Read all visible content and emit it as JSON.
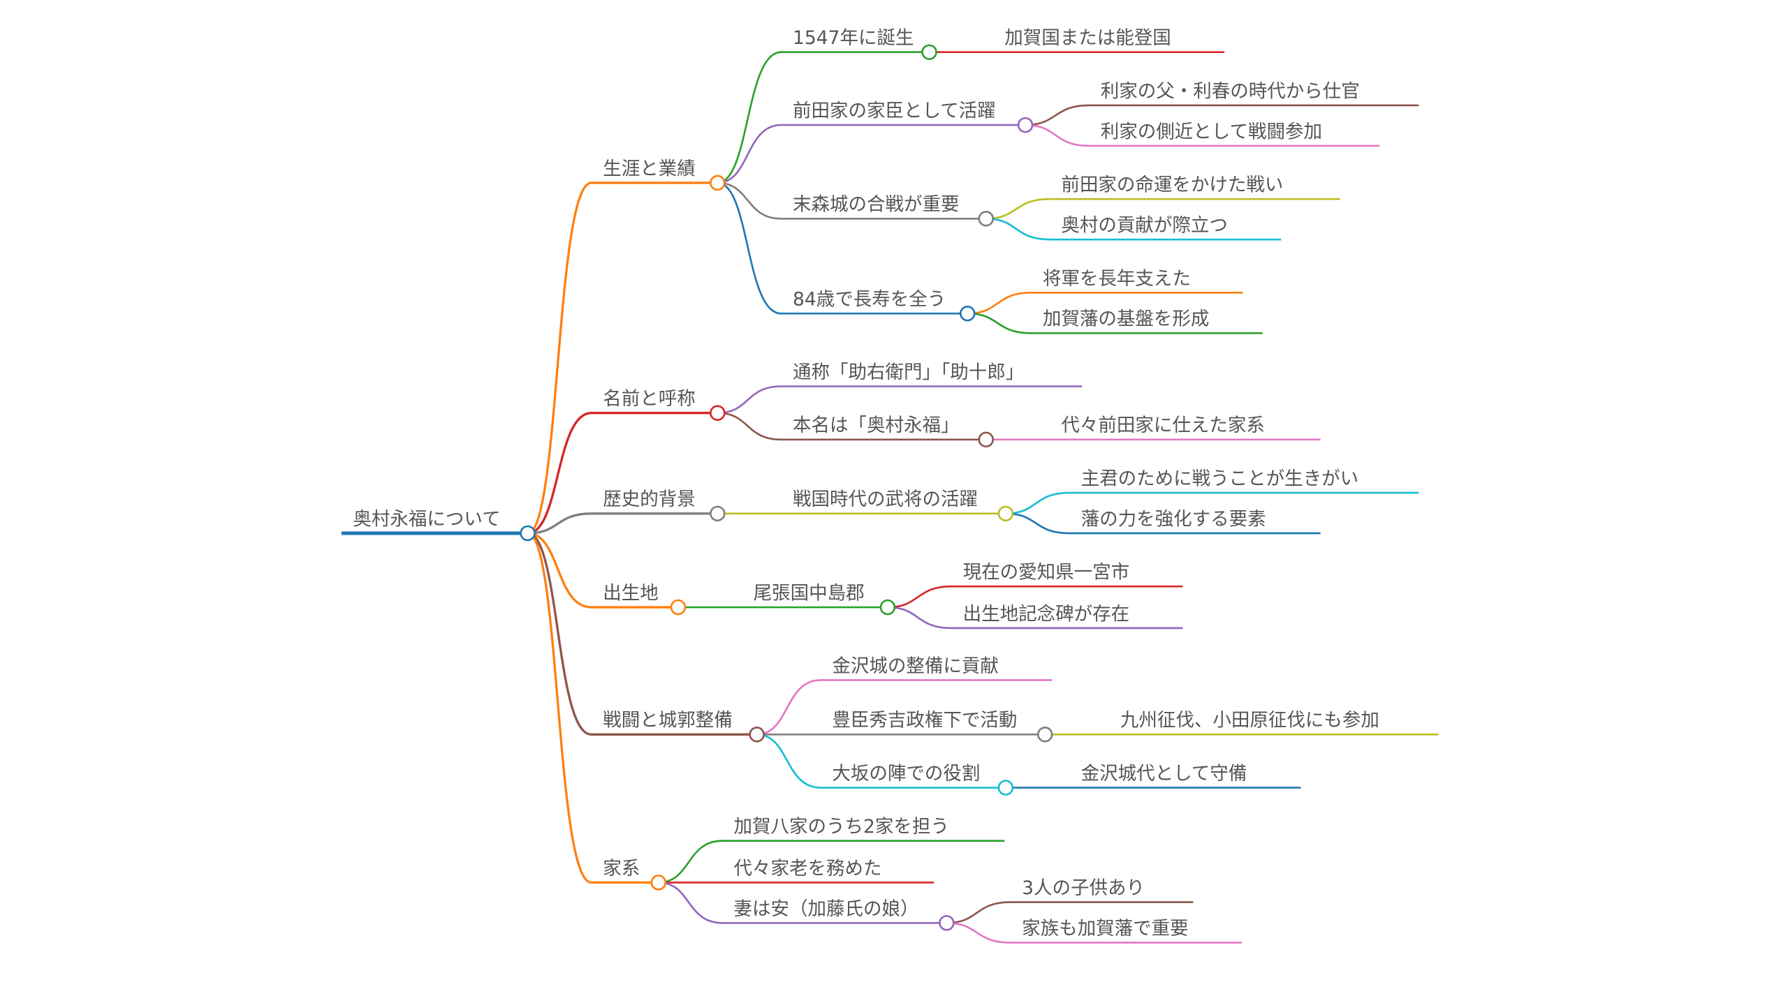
{
  "title": "奥村永福について",
  "colors": {
    "blue": "#1f77b4",
    "orange": "#ff7f0e",
    "green": "#2ca02c",
    "red": "#d62728",
    "purple": "#9467bd",
    "brown": "#8c564b",
    "pink": "#e377c2",
    "gray": "#7f7f7f",
    "olive": "#bcbd22",
    "cyan": "#17becf",
    "text": "#555555"
  },
  "tree": {
    "label": "奥村永福について",
    "color": "blue",
    "children": [
      {
        "label": "生涯と業績",
        "color": "orange",
        "children": [
          {
            "label": "1547年に誕生",
            "color": "green",
            "children": [
              {
                "label": "加賀国または能登国",
                "color": "red"
              }
            ]
          },
          {
            "label": "前田家の家臣として活躍",
            "color": "purple",
            "children": [
              {
                "label": "利家の父・利春の時代から仕官",
                "color": "brown"
              },
              {
                "label": "利家の側近として戦闘参加",
                "color": "pink"
              }
            ]
          },
          {
            "label": "末森城の合戦が重要",
            "color": "gray",
            "children": [
              {
                "label": "前田家の命運をかけた戦い",
                "color": "olive"
              },
              {
                "label": "奥村の貢献が際立つ",
                "color": "cyan"
              }
            ]
          },
          {
            "label": "84歳で長寿を全う",
            "color": "blue",
            "children": [
              {
                "label": "将軍を長年支えた",
                "color": "orange"
              },
              {
                "label": "加賀藩の基盤を形成",
                "color": "green"
              }
            ]
          }
        ]
      },
      {
        "label": "名前と呼称",
        "color": "red",
        "children": [
          {
            "label": "通称「助右衛門」「助十郎」",
            "color": "purple"
          },
          {
            "label": "本名は「奥村永福」",
            "color": "brown",
            "children": [
              {
                "label": "代々前田家に仕えた家系",
                "color": "pink"
              }
            ]
          }
        ]
      },
      {
        "label": "歴史的背景",
        "color": "gray",
        "children": [
          {
            "label": "戦国時代の武将の活躍",
            "color": "olive",
            "children": [
              {
                "label": "主君のために戦うことが生きがい",
                "color": "cyan"
              },
              {
                "label": "藩の力を強化する要素",
                "color": "blue"
              }
            ]
          }
        ]
      },
      {
        "label": "出生地",
        "color": "orange",
        "children": [
          {
            "label": "尾張国中島郡",
            "color": "green",
            "children": [
              {
                "label": "現在の愛知県一宮市",
                "color": "red"
              },
              {
                "label": "出生地記念碑が存在",
                "color": "purple"
              }
            ]
          }
        ]
      },
      {
        "label": "戦闘と城郭整備",
        "color": "brown",
        "children": [
          {
            "label": "金沢城の整備に貢献",
            "color": "pink"
          },
          {
            "label": "豊臣秀吉政権下で活動",
            "color": "gray",
            "children": [
              {
                "label": "九州征伐、小田原征伐にも参加",
                "color": "olive"
              }
            ]
          },
          {
            "label": "大坂の陣での役割",
            "color": "cyan",
            "children": [
              {
                "label": "金沢城代として守備",
                "color": "blue"
              }
            ]
          }
        ]
      },
      {
        "label": "家系",
        "color": "orange",
        "children": [
          {
            "label": "加賀八家のうち2家を担う",
            "color": "green"
          },
          {
            "label": "代々家老を務めた",
            "color": "red"
          },
          {
            "label": "妻は安（加藤氏の娘）",
            "color": "purple",
            "children": [
              {
                "label": "3人の子供あり",
                "color": "brown"
              },
              {
                "label": "家族も加賀藩で重要",
                "color": "pink"
              }
            ]
          }
        ]
      }
    ]
  }
}
